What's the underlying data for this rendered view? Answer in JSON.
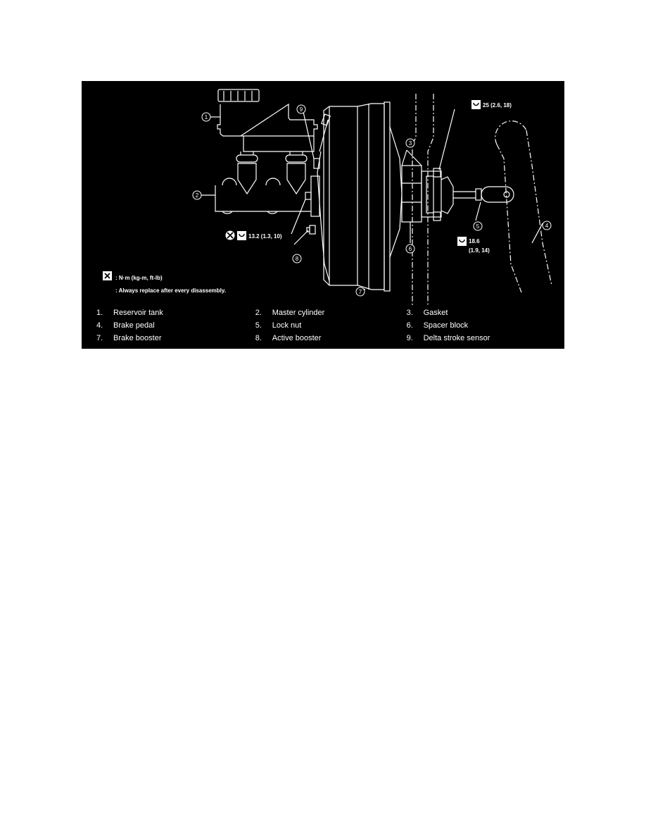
{
  "figure": {
    "background": "#000000",
    "line_color": "#ffffff",
    "torque_callouts": [
      {
        "id": "t1",
        "value": "25 (2.6, 18)"
      },
      {
        "id": "t2",
        "value": "13.2 (1.3, 10)"
      },
      {
        "id": "t3_line1",
        "value": "18.6"
      },
      {
        "id": "t3_line2",
        "value": "(1.9, 14)"
      }
    ],
    "callout_numbers": [
      "1",
      "2",
      "3",
      "4",
      "5",
      "6",
      "7",
      "8",
      "9"
    ],
    "legend": [
      {
        "icon": "torque-wrench-icon",
        "text": ": N·m (kg-m, ft-lb)"
      },
      {
        "icon": "replace-x-icon",
        "text": ": Always replace after every disassembly."
      }
    ],
    "parts": [
      [
        {
          "num": "1.",
          "name": "Reservoir tank"
        },
        {
          "num": "2.",
          "name": "Master cylinder"
        },
        {
          "num": "3.",
          "name": "Gasket"
        }
      ],
      [
        {
          "num": "4.",
          "name": "Brake pedal"
        },
        {
          "num": "5.",
          "name": "Lock nut"
        },
        {
          "num": "6.",
          "name": "Spacer block"
        }
      ],
      [
        {
          "num": "7.",
          "name": "Brake booster"
        },
        {
          "num": "8.",
          "name": "Active booster"
        },
        {
          "num": "9.",
          "name": "Delta stroke sensor"
        }
      ]
    ]
  }
}
